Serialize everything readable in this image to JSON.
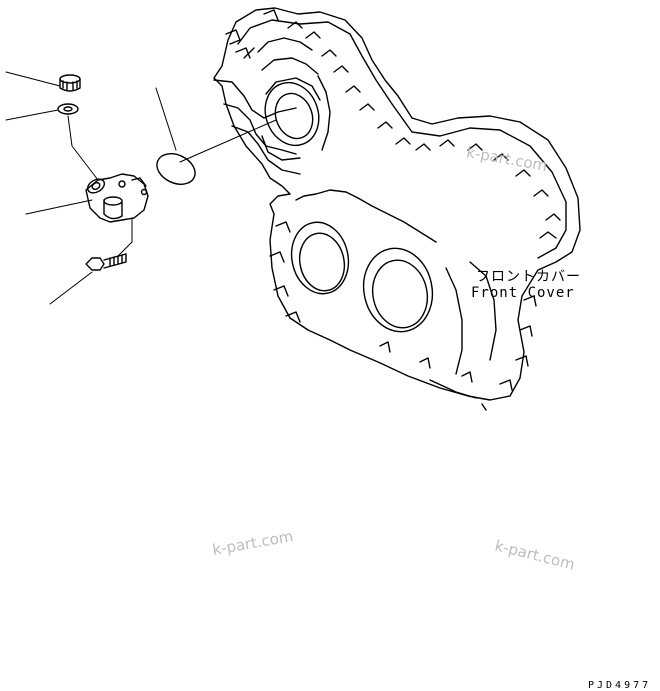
{
  "diagram": {
    "part_label_jp": "フロントカバー",
    "part_label_en": "Front Cover",
    "drawing_code": "PJD4977",
    "watermarks": [
      "k-part.com",
      "k-part.com",
      "k-part.com"
    ]
  },
  "colors": {
    "ink": "#000000",
    "watermark": "#bdbdbd"
  }
}
